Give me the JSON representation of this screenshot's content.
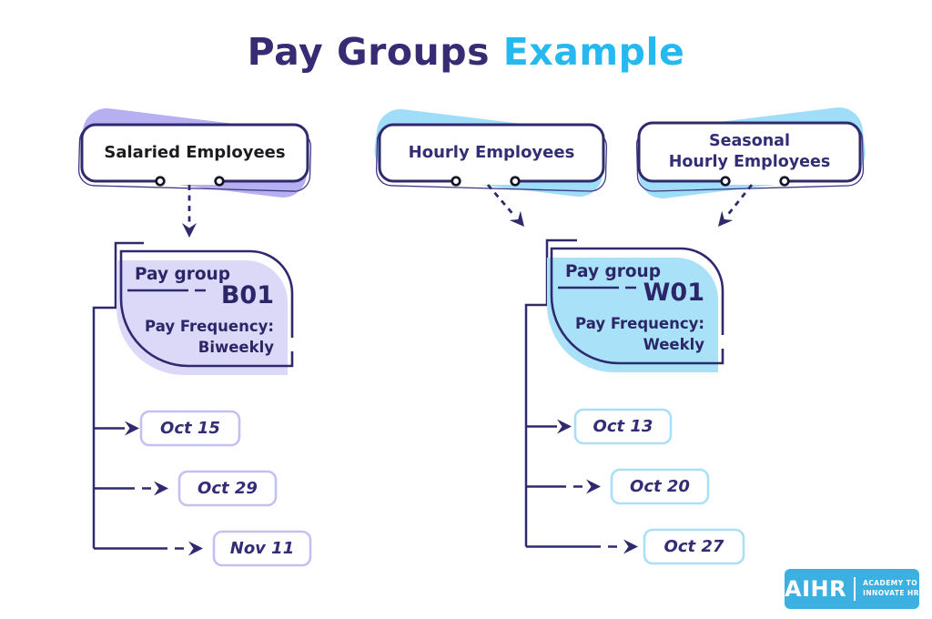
{
  "title": {
    "main": "Pay Groups",
    "highlight": "Example"
  },
  "employee_groups": [
    {
      "label": "Salaried Employees"
    },
    {
      "label": "Hourly Employees"
    },
    {
      "label_line1": "Seasonal",
      "label_line2": "Hourly Employees"
    }
  ],
  "pay_groups": [
    {
      "heading": "Pay group",
      "code": "B01",
      "frequency_label": "Pay Frequency:",
      "frequency_value": "Biweekly",
      "pay_dates": [
        "Oct 15",
        "Oct 29",
        "Nov 11"
      ]
    },
    {
      "heading": "Pay group",
      "code": "W01",
      "frequency_label": "Pay Frequency:",
      "frequency_value": "Weekly",
      "pay_dates": [
        "Oct 13",
        "Oct 20",
        "Oct 27"
      ]
    }
  ],
  "logo": {
    "brand": "AIHR",
    "tagline_line1": "ACADEMY TO",
    "tagline_line2": "INNOVATE HR"
  },
  "colors": {
    "dark_purple": "#2F2A6E",
    "title_purple": "#372C74",
    "accent_blue": "#25B9F0",
    "lavender_blob": "#B6AFF2",
    "lavender_card_fill": "#DCD8F8",
    "blue_blob": "#9FDDF8",
    "blue_card_fill": "#A9E1F8",
    "date_border_purple": "#C5C0F2",
    "date_border_blue": "#A9DFF7",
    "logo_blue": "#3BB0E1",
    "salaried_text": "#1C1C20"
  }
}
